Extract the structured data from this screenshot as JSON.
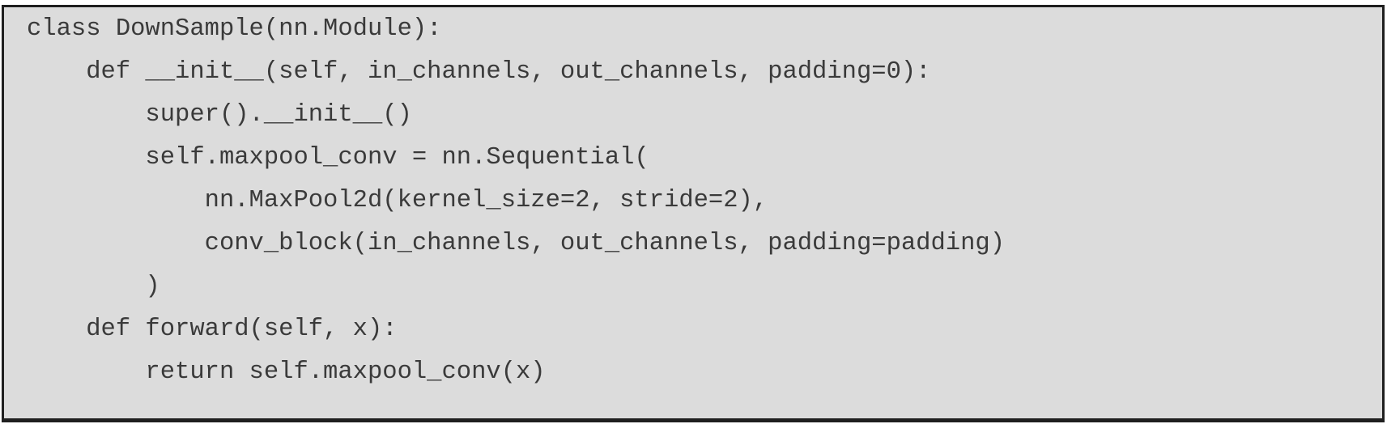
{
  "colors": {
    "page_background": "#ffffff",
    "code_background": "#dcdcdc",
    "border": "#1f1f1f",
    "text": "#3a3a3a"
  },
  "code": {
    "text": "class DownSample(nn.Module):\n    def __init__(self, in_channels, out_channels, padding=0):\n        super().__init__()\n        self.maxpool_conv = nn.Sequential(\n            nn.MaxPool2d(kernel_size=2, stride=2),\n            conv_block(in_channels, out_channels, padding=padding)\n        )\n    def forward(self, x):\n        return self.maxpool_conv(x)",
    "lines": [
      "class DownSample(nn.Module):",
      "    def __init__(self, in_channels, out_channels, padding=0):",
      "        super().__init__()",
      "        self.maxpool_conv = nn.Sequential(",
      "            nn.MaxPool2d(kernel_size=2, stride=2),",
      "            conv_block(in_channels, out_channels, padding=padding)",
      "        )",
      "    def forward(self, x):",
      "        return self.maxpool_conv(x)"
    ]
  }
}
